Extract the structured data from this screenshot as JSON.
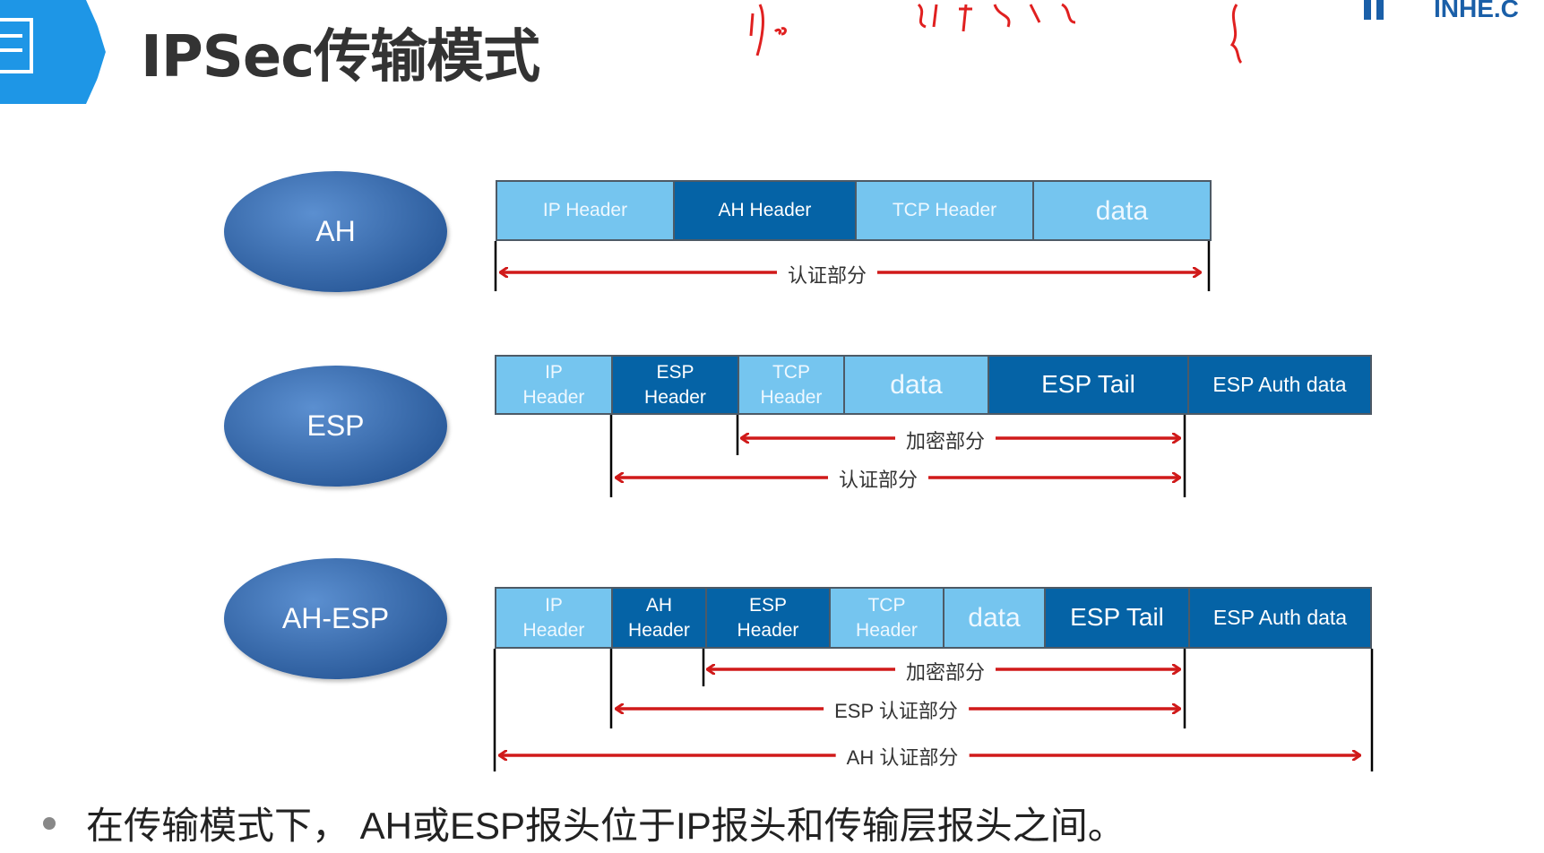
{
  "title": "IPSec传输模式",
  "logo_text": "INHE.C",
  "rows": [
    {
      "mode": "AH",
      "fields": [
        "IP Header",
        "AH Header",
        "TCP Header",
        "data"
      ],
      "labels": {
        "auth": "认证部分"
      }
    },
    {
      "mode": "ESP",
      "fields": [
        "IP\nHeader",
        "ESP\nHeader",
        "TCP\nHeader",
        "data",
        "ESP Tail",
        "ESP Auth data"
      ],
      "labels": {
        "encrypt": "加密部分",
        "auth": "认证部分"
      }
    },
    {
      "mode": "AH-ESP",
      "fields": [
        "IP\nHeader",
        "AH\nHeader",
        "ESP\nHeader",
        "TCP\nHeader",
        "data",
        "ESP Tail",
        "ESP Auth data"
      ],
      "labels": {
        "encrypt": "加密部分",
        "esp_auth": "ESP 认证部分",
        "ah_auth": "AH 认证部分"
      }
    }
  ],
  "note": "在传输模式下， AH或ESP报头位于IP报头和传输层报头之间。",
  "colors": {
    "light": "#75c5ef",
    "dark": "#0563a6",
    "arrow": "#d01a1a"
  }
}
